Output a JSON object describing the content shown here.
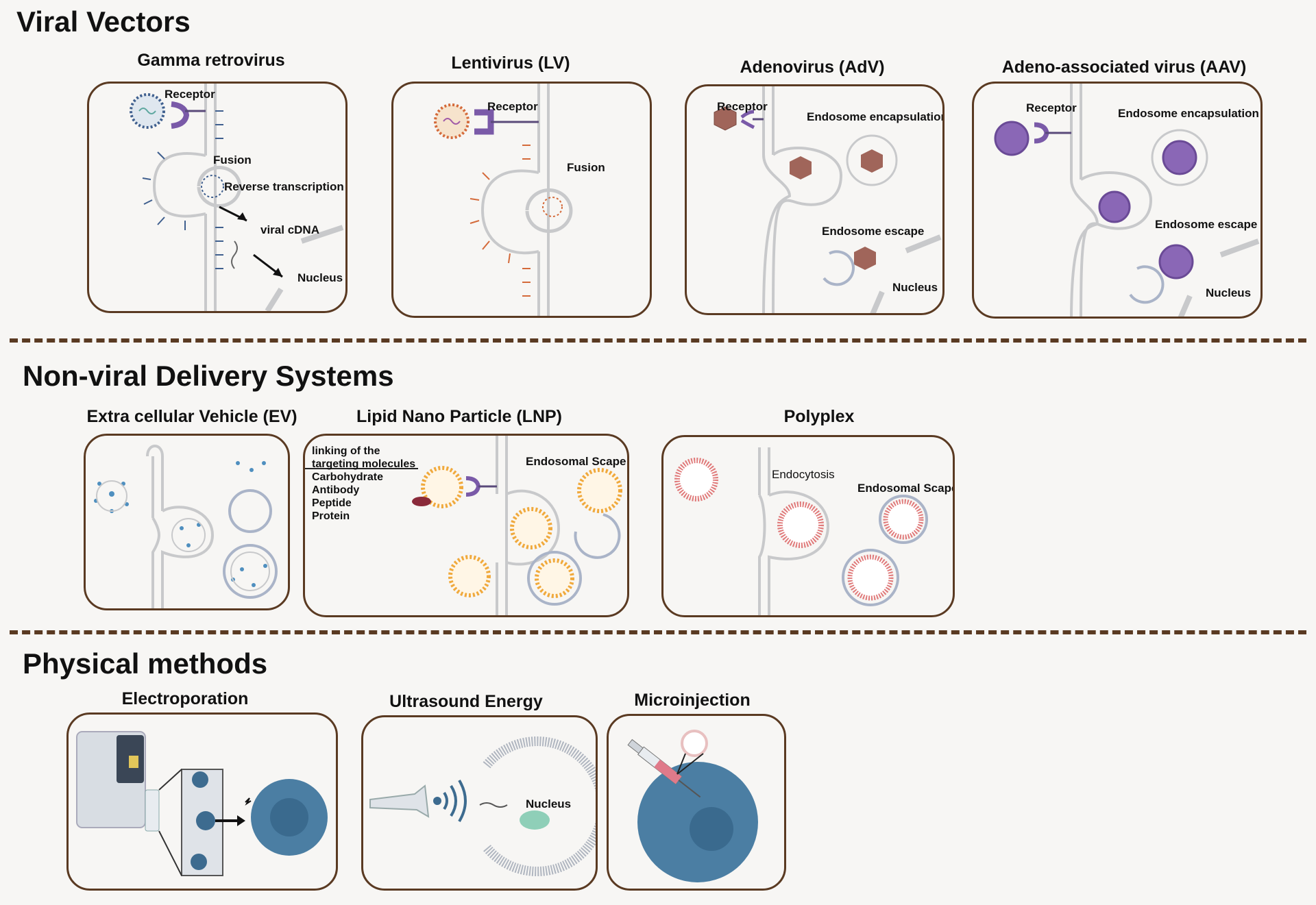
{
  "sections": {
    "viral": "Viral Vectors",
    "nonviral": "Non-viral Delivery Systems",
    "physical": "Physical methods"
  },
  "viral": {
    "gamma": {
      "title": "Gamma retrovirus",
      "receptor": "Receptor",
      "fusion": "Fusion",
      "rt": "Reverse transcription",
      "cdna": "viral cDNA",
      "nucleus": "Nucleus"
    },
    "lenti": {
      "title": "Lentivirus (LV)",
      "receptor": "Receptor",
      "fusion": "Fusion"
    },
    "adeno": {
      "title": "Adenovirus (AdV)",
      "receptor": "Receptor",
      "encap": "Endosome encapsulation",
      "escape": "Endosome escape",
      "nucleus": "Nucleus"
    },
    "aav": {
      "title": "Adeno-associated virus (AAV)",
      "receptor": "Receptor",
      "encap": "Endosome encapsulation",
      "escape": "Endosome escape",
      "nucleus": "Nucleus"
    }
  },
  "nonviral": {
    "ev": {
      "title": "Extra cellular Vehicle (EV)"
    },
    "lnp": {
      "title": "Lipid Nano Particle (LNP)",
      "targeting": [
        "linking of the",
        "targeting molecules",
        "Carbohydrate",
        "Antibody",
        "Peptide",
        "Protein"
      ],
      "scape": "Endosomal Scape"
    },
    "polyplex": {
      "title": "Polyplex",
      "endocytosis": "Endocytosis",
      "scape": "Endosomal Scape"
    }
  },
  "physical": {
    "electro": {
      "title": "Electroporation"
    },
    "ultra": {
      "title": "Ultrasound Energy",
      "nucleus": "Nucleus"
    },
    "micro": {
      "title": "Microinjection"
    }
  },
  "colors": {
    "border": "#5a3a22",
    "membrane": "#c8c9cb",
    "retro_spike": "#3f5f8e",
    "lenti_spike": "#d46a3a",
    "adeno_capsid": "#a0655a",
    "aav_capsid": "#8a67b6",
    "lnp_shell": "#f0a93c",
    "ev_blue": "#4f8fbf",
    "polyplex_pink": "#e07a7a",
    "cell_blue": "#4b7ea3"
  }
}
